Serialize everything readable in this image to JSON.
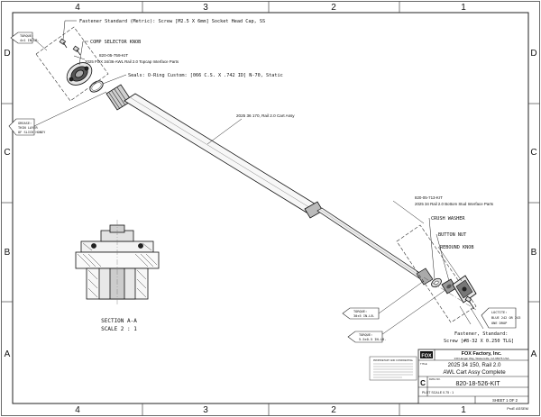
{
  "zones": {
    "cols_top": [
      "4",
      "3",
      "2",
      "1"
    ],
    "cols_bottom": [
      "4",
      "3",
      "2",
      "1"
    ],
    "rows_left": [
      "D",
      "C",
      "B",
      "A"
    ],
    "rows_right": [
      "D",
      "C",
      "B",
      "A"
    ]
  },
  "callouts": {
    "fastener_top": "Fastener Standard (Metric): Screw [M2.5 X 6mm] Socket Head Cap, SS",
    "comp_selector": "COMP SELECTOR KNOB",
    "topcap_kit_number": "820-05-759-KIT",
    "topcap_kit_desc": "2025 FOX 34/36-AWL Rail 2.0 Topcap Interface Parts",
    "seal": "Seals: O-Ring Custom: [066 C.S. X .742 ID] N-70, Static",
    "cart_assy": "2025 36 170, Rail 2.0 Cart Assy",
    "bottom_kit_number": "820-05-713-KIT",
    "bottom_kit_desc": "2025 34 Rail 2.0 Bottom Stud Interface Parts",
    "crush_washer": "CRUSH WASHER",
    "button_nut": "BUTTON NUT",
    "rebound_knob": "REBOUND KNOB",
    "fastener_bottom_1": "Fastener, Standard:",
    "fastener_bottom_2": "Screw [#8-32 X 0.250 TLG]"
  },
  "notes": {
    "torque_top_1": "TORQUE:",
    "torque_top_2": "4±1 IN-LB.",
    "grease_1": "GREASE:",
    "grease_2": "THIN LAYER",
    "grease_3": "OF SLICK HONEY",
    "torque_mid_1": "TORQUE:",
    "torque_mid_2": "30±5 IN-LB.",
    "loctite_1": "LOCTITE:",
    "loctite_2": "BLUE 242 OR 243",
    "loctite_3": "ONE DROP",
    "torque_low_1": "TORQUE:",
    "torque_low_2": "5.5±0.5 IN-LB."
  },
  "section": {
    "name": "SECTION A-A",
    "scale": "SCALE 2 : 1"
  },
  "title_block": {
    "company": "FOX Factory, Inc.",
    "address": "130 Hangar Way, Watsonville, CA 95076 USA",
    "title_label": "TITLE",
    "title_line1": "2025 34 150, Rail 2.0",
    "title_line2": "AWL Cart Assy Complete",
    "size": "C",
    "dwg_no_label": "DWG NO.",
    "dwg_no": "820-18-526-KIT",
    "scale": "PLOT SCALE 0.75 : 1",
    "sheet": "SHEET 1 OF 2",
    "confidential": "PROPRIETARY AND CONFIDENTIAL",
    "footer_tag": "ProE ASSEM"
  }
}
